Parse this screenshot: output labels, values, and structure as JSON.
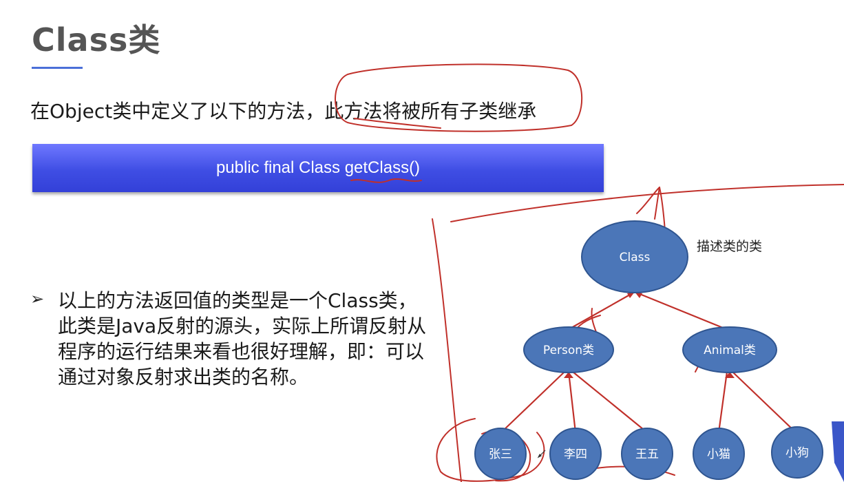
{
  "slide": {
    "title": "Class类",
    "intro": "在Object类中定义了以下的方法，此方法将被所有子类继承",
    "code": "public final Class getClass()",
    "bullet_symbol": "➢",
    "bullet": "以上的方法返回值的类型是一个Class类，此类是Java反射的源头，实际上所谓反射从程序的运行结果来看也很好理解，即：可以通过对象反射求出类的名称。"
  },
  "diagram": {
    "root": "Class",
    "root_note": "描述类的类",
    "level1": [
      "Person类",
      "Animal类"
    ],
    "level2": [
      "张三",
      "李四",
      "王五",
      "小猫",
      "小狗"
    ]
  },
  "colors": {
    "node_fill": "#4b76b8",
    "node_stroke": "#2f5590",
    "edge": "#c0302a",
    "annotation": "#c0302a",
    "code_bar": "#4a57e8",
    "accent_line": "#4a6fd8"
  }
}
